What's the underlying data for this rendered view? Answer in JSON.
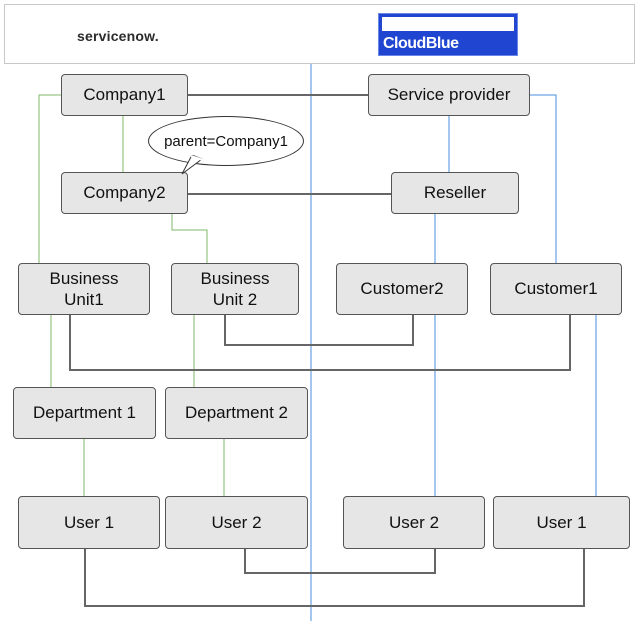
{
  "header": {
    "left_logo": "servicenow.",
    "right_logo": "CloudBlue"
  },
  "servicenow_side": {
    "company1": "Company1",
    "company2": "Company2",
    "callout": "parent=Company1",
    "business_unit1": "Business Unit1",
    "business_unit2": "Business Unit 2",
    "department1": "Department 1",
    "department2": "Department 2",
    "user1": "User 1",
    "user2": "User 2"
  },
  "cloudblue_side": {
    "service_provider": "Service provider",
    "reseller": "Reseller",
    "customer2": "Customer2",
    "customer1": "Customer1",
    "user2": "User 2",
    "user1": "User 1"
  },
  "colors": {
    "servicenow_link": "#7fb86a",
    "cloudblue_link": "#4a8fe0",
    "mapping_link": "#666666",
    "divider": "#4a8fe0",
    "box_fill": "#e6e6e6",
    "cloudblue_logo": "#2046d1"
  }
}
